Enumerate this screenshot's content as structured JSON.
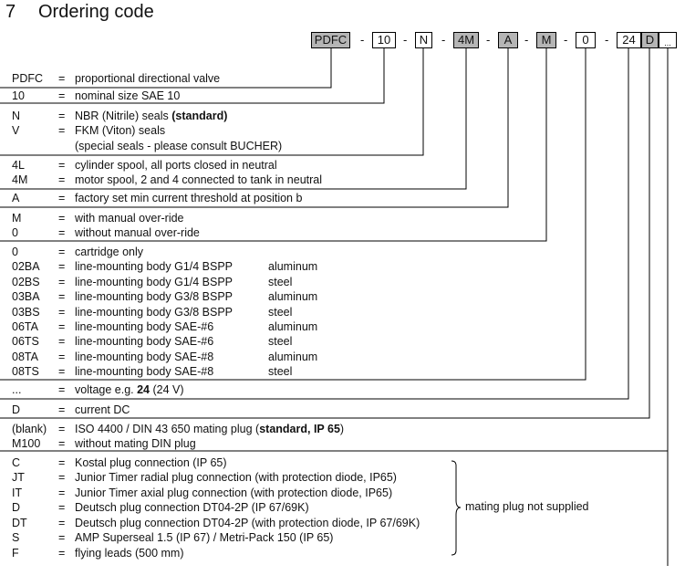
{
  "section": {
    "number": "7",
    "title": "Ordering code"
  },
  "code_boxes": [
    {
      "text": "PDFC",
      "shaded": true
    },
    {
      "text": "10",
      "shaded": false
    },
    {
      "text": "N",
      "shaded": false
    },
    {
      "text": "4M",
      "shaded": true
    },
    {
      "text": "A",
      "shaded": true
    },
    {
      "text": "M",
      "shaded": true
    },
    {
      "text": "0",
      "shaded": false
    },
    {
      "text": "24",
      "shaded": false
    },
    {
      "text": "D",
      "shaded": true
    },
    {
      "text": "...",
      "shaded": false
    }
  ],
  "separator": "-",
  "rows": [
    {
      "code": "PDFC",
      "desc": "proportional directional valve"
    },
    {
      "code": "10",
      "desc": "nominal size SAE 10"
    },
    {
      "code": "N",
      "desc": "NBR (Nitrile) seals ",
      "bold": "(standard)"
    },
    {
      "code": "V",
      "desc": "FKM (Viton) seals"
    },
    {
      "code": "",
      "desc": "(special seals - please consult BUCHER)"
    },
    {
      "code": "4L",
      "desc": "cylinder spool, all ports closed in neutral"
    },
    {
      "code": "4M",
      "desc": "motor spool, 2 and 4 connected to tank in neutral"
    },
    {
      "code": "A",
      "desc": "factory set min current threshold at position b"
    },
    {
      "code": "M",
      "desc": "with manual over-ride"
    },
    {
      "code": "0",
      "desc": "without manual over-ride"
    },
    {
      "code": "0",
      "desc": "cartridge only"
    },
    {
      "code": "02BA",
      "desc": "line-mounting body G1/4 BSPP",
      "mat": "aluminum"
    },
    {
      "code": "02BS",
      "desc": "line-mounting body G1/4 BSPP",
      "mat": "steel"
    },
    {
      "code": "03BA",
      "desc": "line-mounting body G3/8 BSPP",
      "mat": "aluminum"
    },
    {
      "code": "03BS",
      "desc": "line-mounting body G3/8 BSPP",
      "mat": "steel"
    },
    {
      "code": "06TA",
      "desc": "line-mounting body SAE-#6",
      "mat": "aluminum"
    },
    {
      "code": "06TS",
      "desc": "line-mounting body SAE-#6",
      "mat": "steel"
    },
    {
      "code": "08TA",
      "desc": "line-mounting body SAE-#8",
      "mat": "aluminum"
    },
    {
      "code": "08TS",
      "desc": "line-mounting body SAE-#8",
      "mat": "steel"
    },
    {
      "code": "...",
      "desc": "voltage e.g. ",
      "bold": "24",
      "tail": " (24 V)"
    },
    {
      "code": "D",
      "desc": "current  DC"
    },
    {
      "code": "(blank)",
      "desc": "ISO 4400 / DIN 43 650 mating plug (",
      "bold": "standard, IP 65",
      "tail": ")"
    },
    {
      "code": "M100",
      "desc": "without mating DIN plug"
    },
    {
      "code": "C",
      "desc": "Kostal plug connection (IP 65)"
    },
    {
      "code": "JT",
      "desc": "Junior Timer radial plug connection (with protection diode, IP65)"
    },
    {
      "code": "IT",
      "desc": "Junior Timer axial plug connection (with protection diode, IP65)"
    },
    {
      "code": "D",
      "desc": "Deutsch plug connection DT04-2P (IP 67/69K)"
    },
    {
      "code": "DT",
      "desc": "Deutsch plug connection DT04-2P (with protection diode, IP 67/69K)"
    },
    {
      "code": "S",
      "desc": "AMP Superseal 1.5 (IP 67) / Metri-Pack 150 (IP 65)"
    },
    {
      "code": "F",
      "desc": "flying leads (500 mm)"
    }
  ],
  "equals": "=",
  "mating_note": "mating plug not supplied"
}
